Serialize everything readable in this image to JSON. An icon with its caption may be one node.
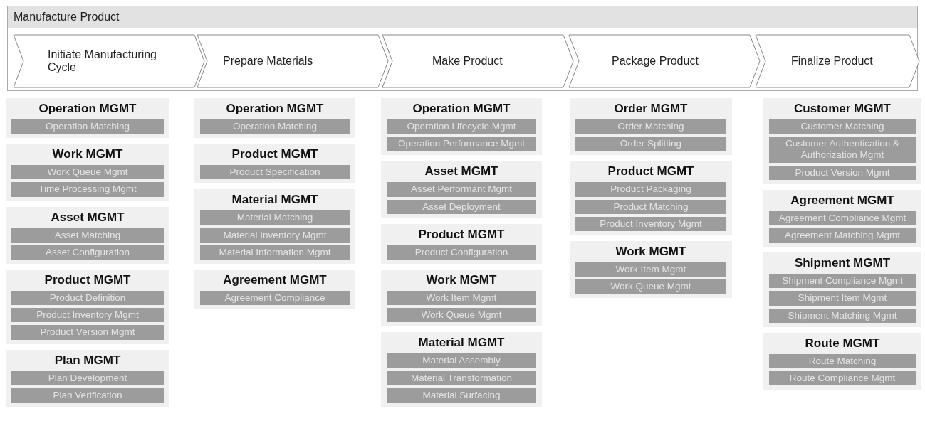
{
  "diagram": {
    "nodes": [
      {
        "text": [
          "Manufacture Product"
        ]
      },
      {
        "text": [
          "Initiate Manufacturing Cycle"
        ],
        "in": 0
      },
      {
        "text": [
          "Prepare Materials"
        ],
        "in": 0
      },
      {
        "text": [
          "Make Product"
        ],
        "in": 0
      },
      {
        "text": [
          "Package Product"
        ],
        "in": 0
      },
      {
        "text": [
          "Finalize Product"
        ],
        "in": 0
      },
      {
        "text": [
          "Operation MGMT"
        ]
      },
      {
        "text": [
          "Operation Matching"
        ],
        "in": 6
      },
      {
        "text": [
          "Work MGMT"
        ]
      },
      {
        "text": [
          "Work Queue Mgmt"
        ],
        "in": 8
      },
      {
        "text": [
          "Time Processing Mgmt"
        ],
        "in": 8
      },
      {
        "text": [
          "Asset MGMT"
        ]
      },
      {
        "text": [
          "Asset Matching"
        ],
        "in": 11
      },
      {
        "text": [
          "Asset Configuration"
        ],
        "in": 11
      },
      {
        "text": [
          "Product MGMT"
        ]
      },
      {
        "text": [
          "Product Definition"
        ],
        "in": 14
      },
      {
        "text": [
          "Product Inventory Mgmt"
        ],
        "in": 14
      },
      {
        "text": [
          "Product Version Mgmt"
        ],
        "in": 14
      },
      {
        "text": [
          "Plan MGMT"
        ]
      },
      {
        "text": [
          "Plan Development"
        ],
        "in": 18
      },
      {
        "text": [
          "Plan Verification"
        ],
        "in": 18
      },
      {
        "text": [
          "Operation MGMT"
        ]
      },
      {
        "text": [
          "Operation Matching"
        ],
        "in": 21
      },
      {
        "text": [
          "Product MGMT"
        ]
      },
      {
        "text": [
          "Product Specification"
        ],
        "in": 23
      },
      {
        "text": [
          "Material MGMT"
        ]
      },
      {
        "text": [
          "Material Matching"
        ],
        "in": 25
      },
      {
        "text": [
          "Material Inventory Mgmt"
        ],
        "in": 25
      },
      {
        "text": [
          "Material Information Mgmt"
        ],
        "in": 25
      },
      {
        "text": [
          "Agreement MGMT"
        ]
      },
      {
        "text": [
          "Agreement Compliance"
        ],
        "in": 29
      },
      {
        "text": [
          "Operation MGMT"
        ]
      },
      {
        "text": [
          "Operation Lifecycle Mgmt"
        ],
        "in": 31
      },
      {
        "text": [
          "Operation Performance Mgmt"
        ],
        "in": 31
      },
      {
        "text": [
          "Asset MGMT"
        ]
      },
      {
        "text": [
          "Asset Performant Mgmt"
        ],
        "in": 34
      },
      {
        "text": [
          "Asset Deployment"
        ],
        "in": 34
      },
      {
        "text": [
          "Product MGMT"
        ]
      },
      {
        "text": [
          "Product Configuration"
        ],
        "in": 37
      },
      {
        "text": [
          "Work MGMT"
        ]
      },
      {
        "text": [
          "Work Item Mgmt"
        ],
        "in": 39
      },
      {
        "text": [
          "Work Queue Mgmt"
        ],
        "in": 39
      },
      {
        "text": [
          "Material MGMT"
        ]
      },
      {
        "text": [
          "Material Assembly"
        ],
        "in": 42
      },
      {
        "text": [
          "Material Transformation"
        ],
        "in": 42
      },
      {
        "text": [
          "Material Surfacing"
        ],
        "in": 42
      },
      {
        "text": [
          "Order MGMT"
        ]
      },
      {
        "text": [
          "Order Matching"
        ],
        "in": 46
      },
      {
        "text": [
          "Order Splitting"
        ],
        "in": 46
      },
      {
        "text": [
          "Product MGMT"
        ]
      },
      {
        "text": [
          "Product Packaging"
        ],
        "in": 49
      },
      {
        "text": [
          "Product Matching"
        ],
        "in": 49
      },
      {
        "text": [
          "Product Inventory Mgmt"
        ],
        "in": 49
      },
      {
        "text": [
          "Work MGMT"
        ]
      },
      {
        "text": [
          "Work Item Mgmt"
        ],
        "in": 53
      },
      {
        "text": [
          "Work Queue Mgmt"
        ],
        "in": 53
      },
      {
        "text": [
          "Customer MGMT"
        ]
      },
      {
        "text": [
          "Customer Matching"
        ],
        "in": 56
      },
      {
        "text": [
          "Customer Authentication & Authorization Mgmt"
        ],
        "in": 56
      },
      {
        "text": [
          "Product Version Mgmt"
        ],
        "in": 56
      },
      {
        "text": [
          "Agreement MGMT"
        ]
      },
      {
        "text": [
          "Agreement Compliance Mgmt"
        ],
        "in": 60
      },
      {
        "text": [
          "Agreement Matching Mgmt"
        ],
        "in": 60
      },
      {
        "text": [
          "Shipment MGMT"
        ]
      },
      {
        "text": [
          "Shipment Compliance Mgmt"
        ],
        "in": 63
      },
      {
        "text": [
          "Shipment Item Mgmt"
        ],
        "in": 63
      },
      {
        "text": [
          "Shipment Matching Mgmt"
        ],
        "in": 63
      },
      {
        "text": [
          "Route MGMT"
        ]
      },
      {
        "text": [
          "Route Matching"
        ],
        "in": 67
      },
      {
        "text": [
          "Route Compliance Mgmt"
        ],
        "in": 67
      }
    ],
    "edges": []
  }
}
